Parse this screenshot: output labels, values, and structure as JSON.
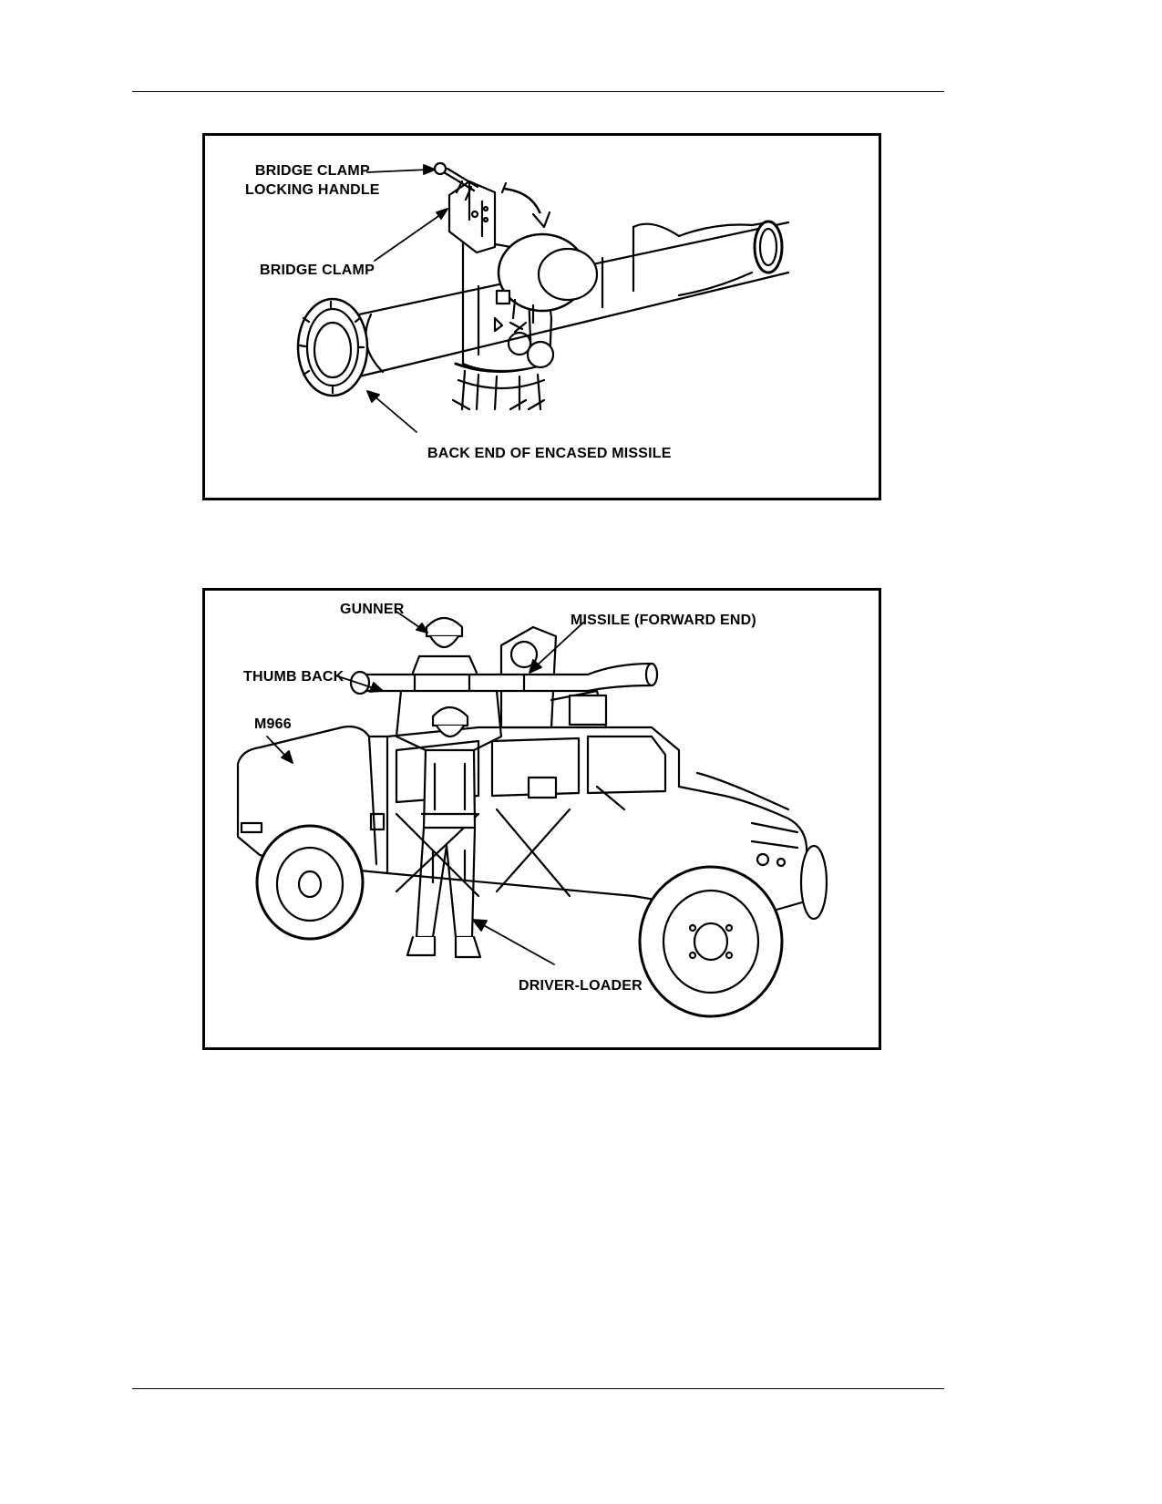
{
  "figure_top": {
    "labels": {
      "bridge_clamp_locking_handle": "BRIDGE CLAMP\nLOCKING HANDLE",
      "bridge_clamp": "BRIDGE CLAMP",
      "back_end": "BACK END OF ENCASED MISSILE"
    }
  },
  "figure_bottom": {
    "labels": {
      "gunner": "GUNNER",
      "missile_forward_end": "MISSILE (FORWARD END)",
      "thumb_back": "THUMB BACK",
      "vehicle": "M966",
      "driver_loader": "DRIVER-LOADER"
    }
  }
}
